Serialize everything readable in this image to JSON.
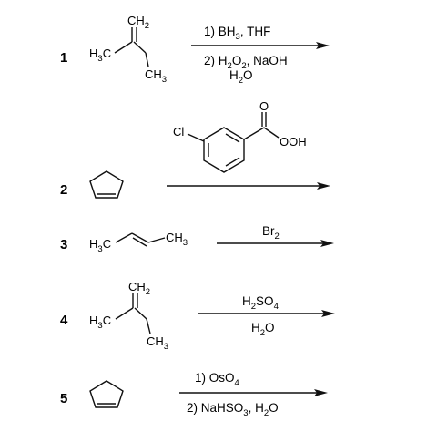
{
  "reactions": [
    {
      "number": "1",
      "substrate": {
        "top": "CH",
        "top_sub": "2",
        "left": "H",
        "left_sub": "3",
        "left_end": "C",
        "bottom": "CH",
        "bottom_sub": "3"
      },
      "above": {
        "prefix": "1) BH",
        "sub": "3",
        "suffix": ", THF"
      },
      "below1": {
        "prefix": "2) H",
        "sub1": "2",
        "mid": "O",
        "sub2": "2",
        "suffix": ", NaOH"
      },
      "below2": {
        "prefix": "H",
        "sub": "2",
        "suffix": "O"
      }
    },
    {
      "number": "2",
      "reagent": {
        "cl": "Cl",
        "carbonyl_o": "O",
        "peroxy": "OOH"
      }
    },
    {
      "number": "3",
      "substrate": {
        "left": "H",
        "left_sub": "3",
        "left_end": "C",
        "right": "CH",
        "right_sub": "3"
      },
      "above": {
        "prefix": "Br",
        "sub": "2",
        "suffix": ""
      }
    },
    {
      "number": "4",
      "substrate": {
        "top": "CH",
        "top_sub": "2",
        "left": "H",
        "left_sub": "3",
        "left_end": "C",
        "bottom": "CH",
        "bottom_sub": "3"
      },
      "above": {
        "prefix": "H",
        "sub1": "2",
        "mid": "SO",
        "sub2": "4"
      },
      "below": {
        "prefix": "H",
        "sub": "2",
        "suffix": "O"
      }
    },
    {
      "number": "5",
      "above": {
        "prefix": "1) OsO",
        "sub": "4"
      },
      "below": {
        "prefix": "2) NaHSO",
        "sub1": "3",
        "mid": ", H",
        "sub2": "2",
        "suffix": "O"
      }
    }
  ]
}
